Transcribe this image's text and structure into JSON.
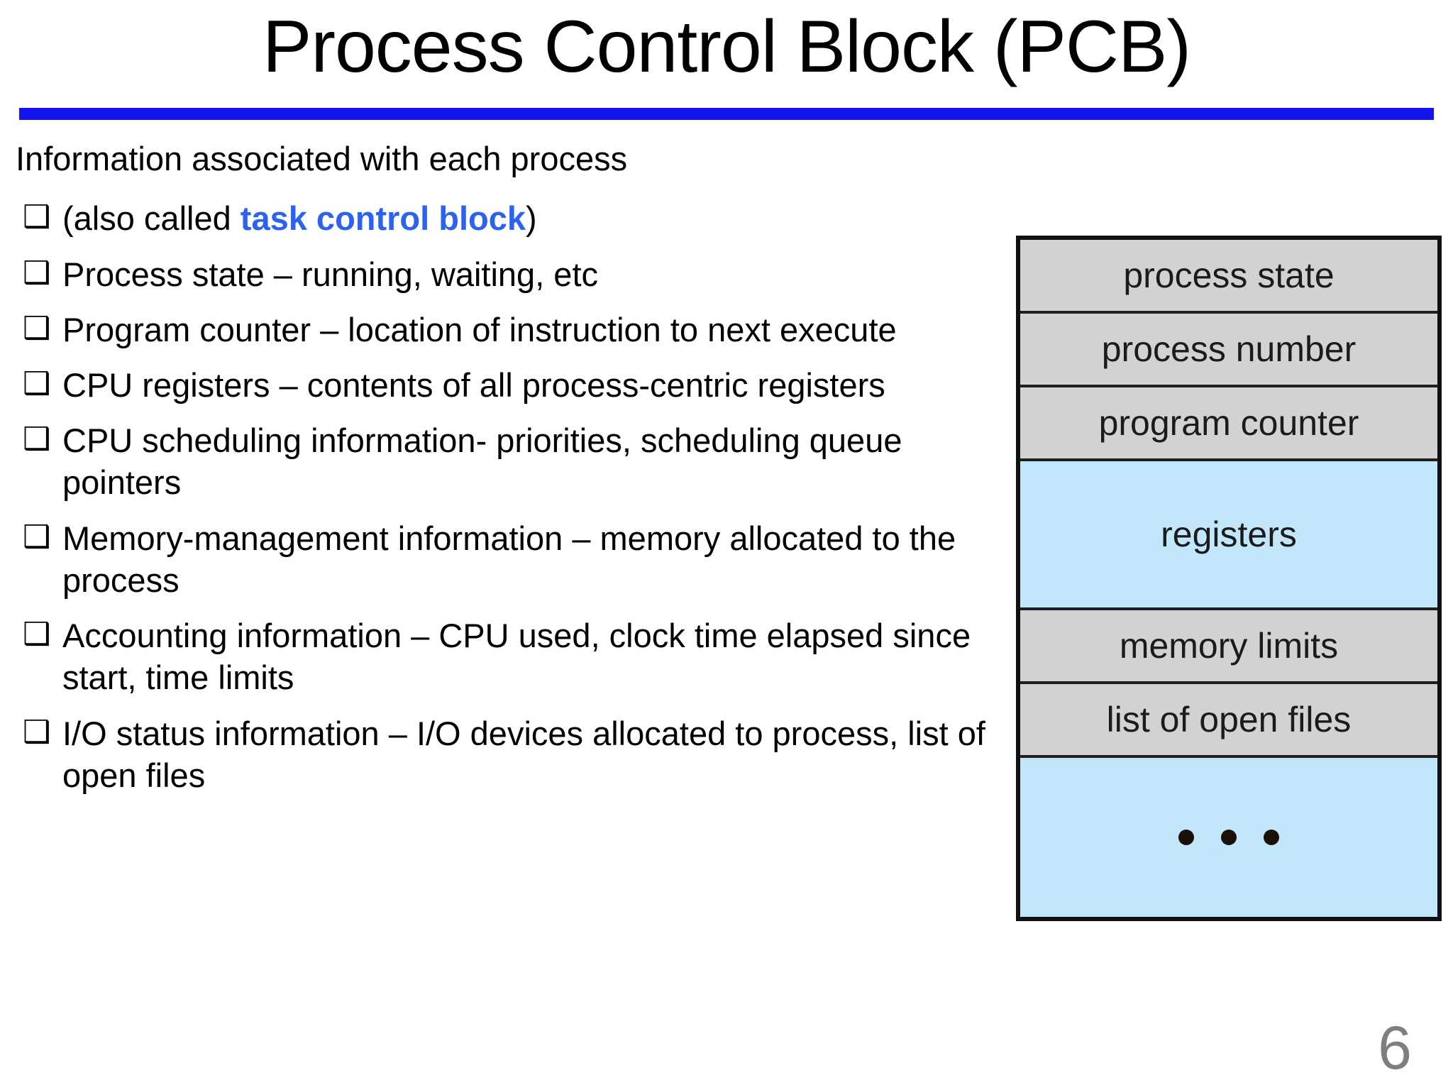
{
  "slide": {
    "title": "Process Control Block (PCB)",
    "page_number": "6",
    "accent_rule_color": "#1313f0",
    "accent_text_color": "#2b62f0",
    "lead_line": "Information associated with each process",
    "bullet_marker": "❑",
    "bullets": [
      {
        "prefix": "(also called ",
        "highlight": "task control block",
        "suffix": ")"
      },
      {
        "prefix": "Process state – running, waiting, etc",
        "highlight": "",
        "suffix": ""
      },
      {
        "prefix": "Program counter – location of instruction to next execute",
        "highlight": "",
        "suffix": ""
      },
      {
        "prefix": "CPU registers – contents of all process-centric registers",
        "highlight": "",
        "suffix": ""
      },
      {
        "prefix": "CPU scheduling information- priorities, scheduling queue pointers",
        "highlight": "",
        "suffix": ""
      },
      {
        "prefix": "Memory-management information – memory allocated to the process",
        "highlight": "",
        "suffix": ""
      },
      {
        "prefix": "Accounting information – CPU used, clock time elapsed since start, time limits",
        "highlight": "",
        "suffix": ""
      },
      {
        "prefix": "I/O status information – I/O devices allocated to process, list of open files",
        "highlight": "",
        "suffix": ""
      }
    ]
  },
  "pcb_diagram": {
    "fill_gray": "#d2d2d2",
    "fill_blue": "#c2e7fb",
    "border_color": "#101010",
    "rows": [
      {
        "label": "process state",
        "fill": "gray",
        "size": "small"
      },
      {
        "label": "process number",
        "fill": "gray",
        "size": "small"
      },
      {
        "label": "program counter",
        "fill": "gray",
        "size": "small"
      },
      {
        "label": "registers",
        "fill": "blue",
        "size": "tall"
      },
      {
        "label": "memory limits",
        "fill": "gray",
        "size": "small"
      },
      {
        "label": "list of open files",
        "fill": "gray",
        "size": "small"
      },
      {
        "label": "",
        "fill": "blue",
        "size": "dots"
      }
    ]
  }
}
